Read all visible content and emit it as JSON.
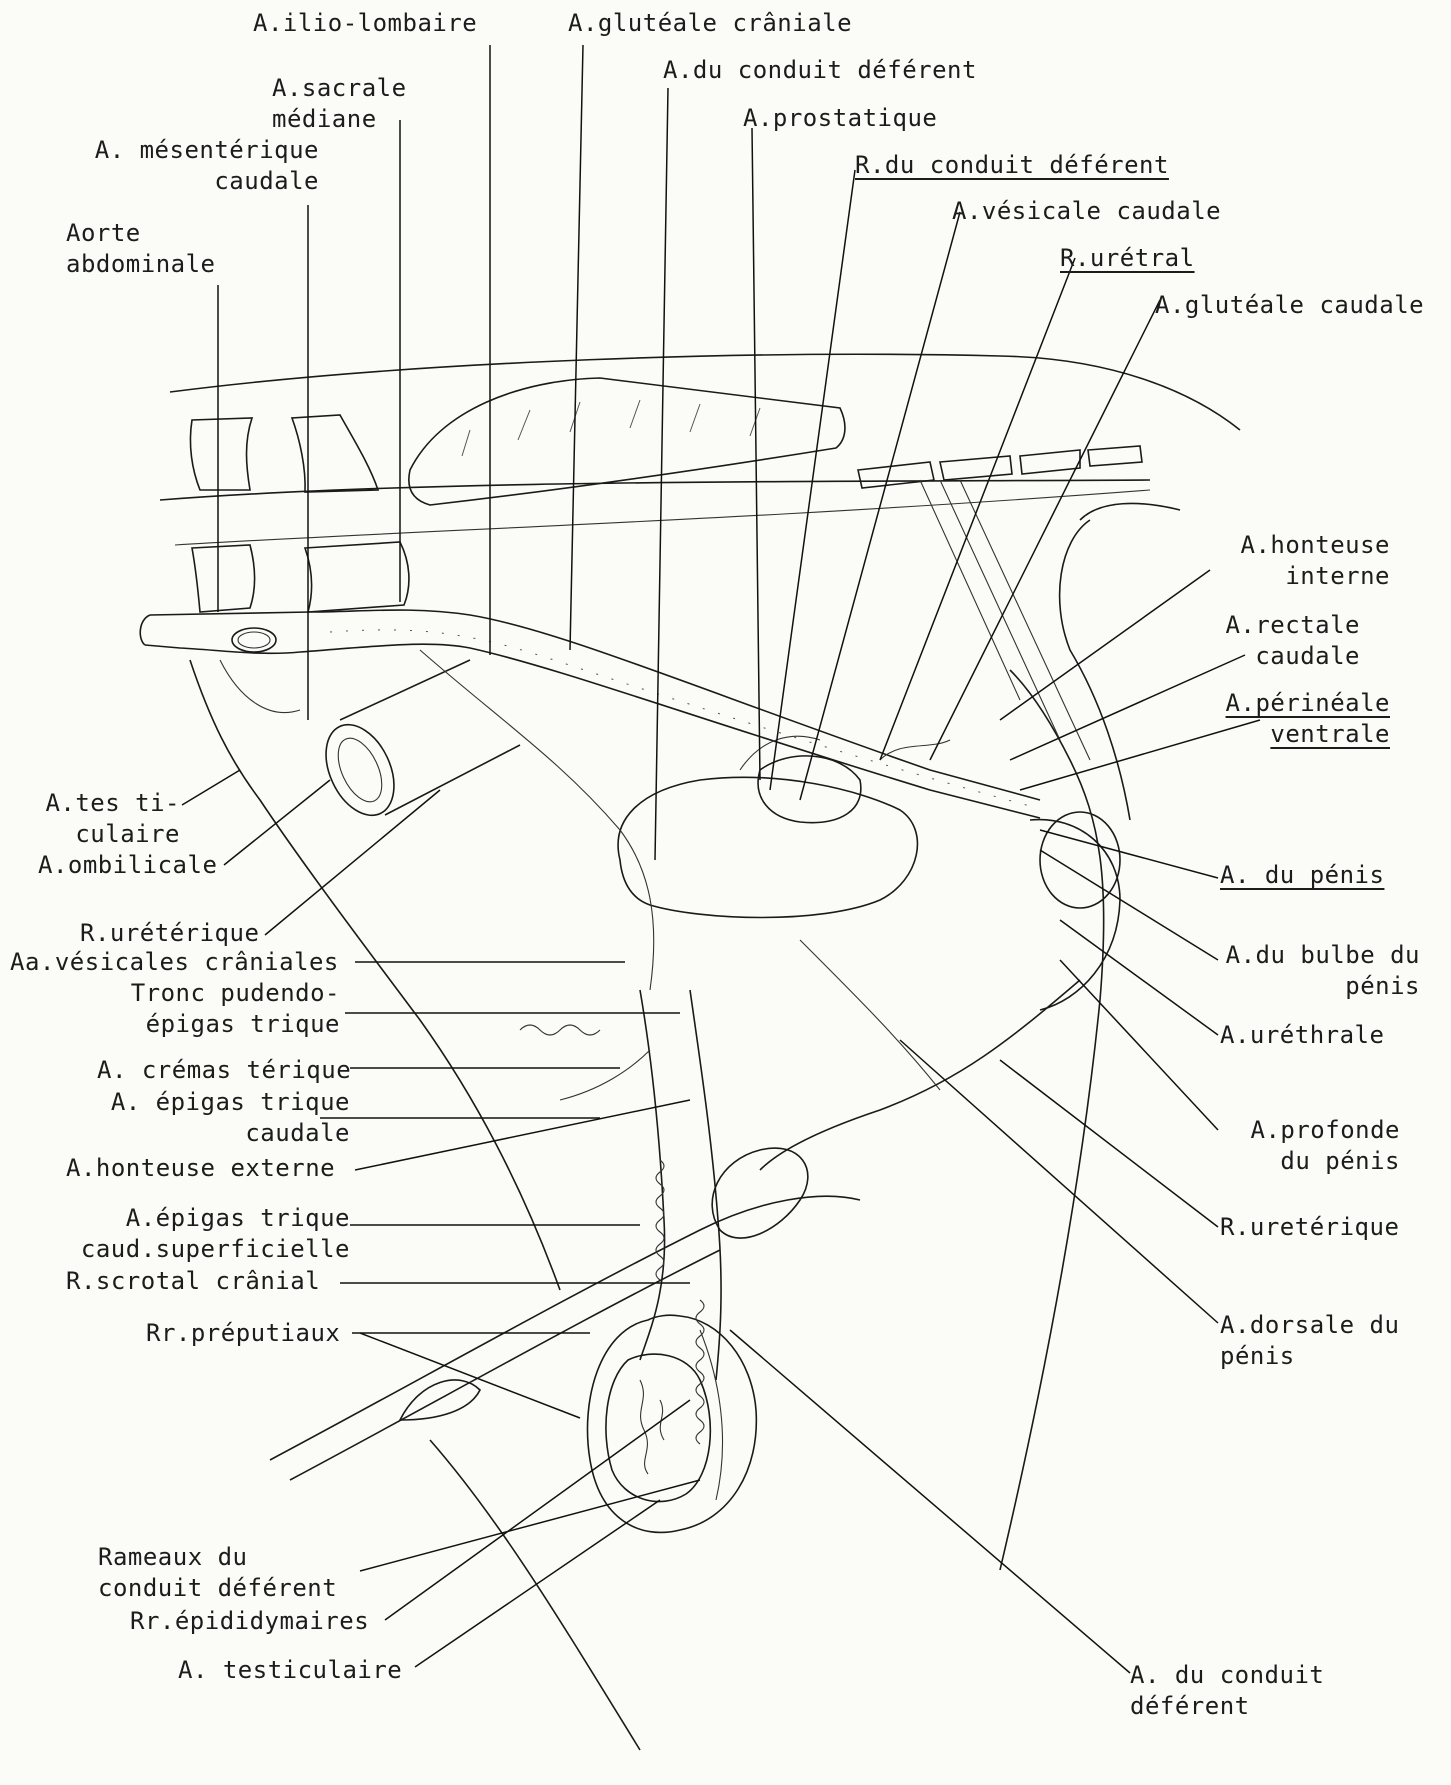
{
  "labels": {
    "ilio_lombaire": "A.ilio-lombaire",
    "glut_craniale": "A.glutéale crâniale",
    "conduit_deferent_top": "A.du conduit déférent",
    "sacrale_mediane": "A.sacrale\nmédiane",
    "prostatique": "A.prostatique",
    "mesenterique": "A. mésentérique\ncaudale",
    "r_conduit_deferent": "R.du conduit déférent",
    "vesicale_caudale": "A.vésicale caudale",
    "aorte": "Aorte\nabdominale",
    "r_uretral": "R.urétral",
    "glut_caudale": "A.glutéale caudale",
    "honteuse_interne": "A.honteuse\ninterne",
    "rectale_caudale": "A.rectale\ncaudale",
    "perineale_ventrale": "A.périnéale\nventrale",
    "testiculaire_left": "A.tes ti-\nculaire",
    "ombilicale": "A.ombilicale",
    "du_penis": "A. du pénis",
    "r_ureterique_left": "R.urétérique",
    "vesicales_craniales": "Aa.vésicales crâniales",
    "bulbe_penis": "A.du bulbe du\npénis",
    "tronc_pudendo": "Tronc pudendo-\népigas trique",
    "urethrale": "A.uréthrale",
    "cremasterique": "A. crémas térique",
    "epigastrique_caudale": "A. épigas trique\ncaudale",
    "profonde_penis": "A.profonde\ndu pénis",
    "honteuse_externe": "A.honteuse externe",
    "r_ureterique_right": "R.uretérique",
    "epigastrique_superf": "A.épigas trique\ncaud.superficielle",
    "scrotal_cranial": "R.scrotal crânial",
    "dorsale_penis": "A.dorsale du\npénis",
    "preputiaux": "Rr.préputiaux",
    "rameaux_conduit": "Rameaux du\nconduit déférent",
    "epididymaires": "Rr.épididymaires",
    "testiculaire_bottom": "A. testiculaire",
    "conduit_deferent_bottom": "A. du conduit\ndéférent"
  }
}
